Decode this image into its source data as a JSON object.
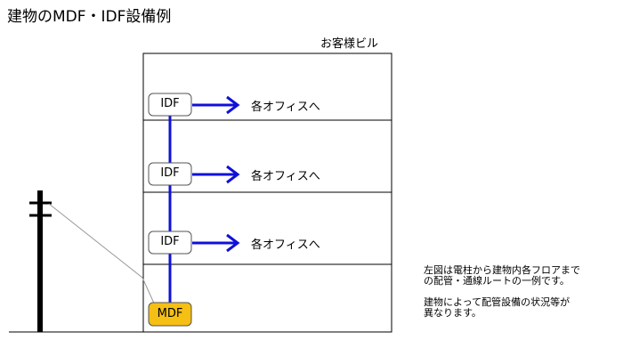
{
  "title": "建物のMDF・IDF設備例",
  "building_label": "お客様ビル",
  "idf_label": "IDF",
  "mdf_label": "MDF",
  "office_label": "各オフィスへ",
  "note": {
    "line1": "左図は電柱から建物内各フロアまで",
    "line2": "の配管・通線ルートの一例です。",
    "line3": "建物によって配管設備の状況等が",
    "line4": "異なります。"
  },
  "colors": {
    "route": "#1010d8",
    "mdf_fill": "#f5bf14",
    "frame": "#000000",
    "box_border": "#555555",
    "pole": "#000000"
  }
}
